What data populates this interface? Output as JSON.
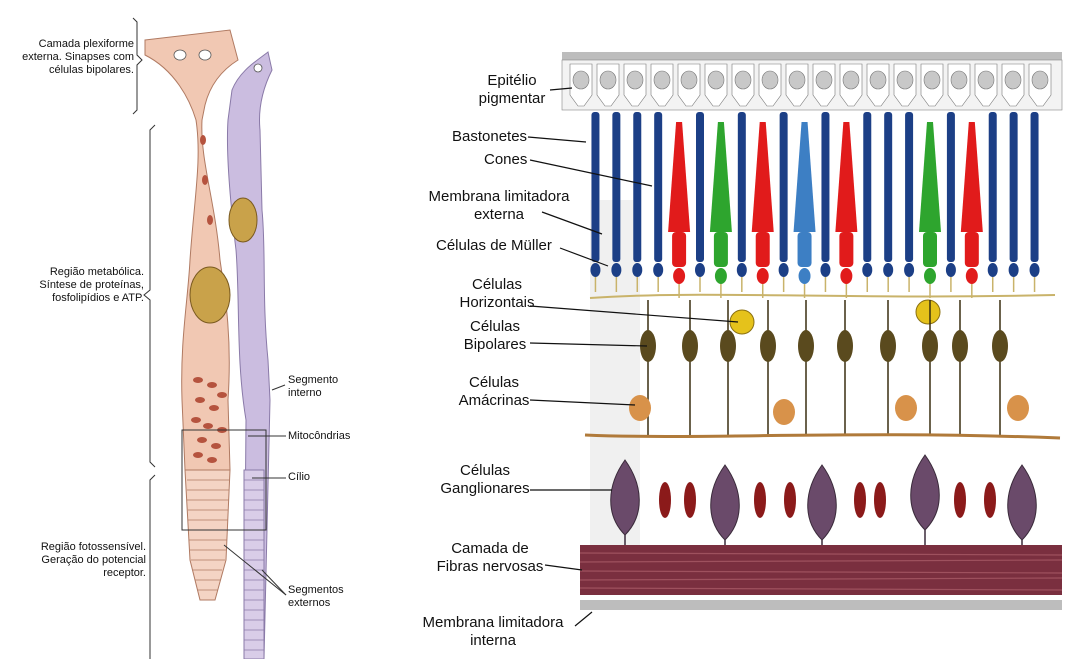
{
  "left_panel": {
    "labels": {
      "plexiform": [
        "Camada plexiforme",
        "externa. Sinapses com",
        "células bipolares."
      ],
      "metabolic": [
        "Região metabólica.",
        "Síntese de proteínas,",
        "fosfolipídios e ATP."
      ],
      "photosensitive": [
        "Região fotossensível.",
        "Geração do potencial",
        "receptor."
      ],
      "inner_segment": [
        "Segmento",
        "interno"
      ],
      "mitochondria": "Mitocôndrias",
      "cilium": "Cílio",
      "outer_segments": [
        "Segmentos",
        "externos"
      ]
    }
  },
  "right_panel": {
    "labels": {
      "pigment_epithelium": [
        "Epitélio",
        "pigmentar"
      ],
      "rods": "Bastonetes",
      "cones": "Cones",
      "outer_limiting_membrane": [
        "Membrana limitadora",
        "externa"
      ],
      "muller_cells": "Células de Müller",
      "horizontal_cells": [
        "Células",
        "Horizontais"
      ],
      "bipolar_cells": [
        "Células",
        "Bipolares"
      ],
      "amacrine_cells": [
        "Células",
        "Amácrinas"
      ],
      "ganglion_cells": [
        "Células",
        "Ganglionares"
      ],
      "nerve_fiber_layer": [
        "Camada de",
        "Fibras nervosas"
      ],
      "inner_limiting_membrane": [
        "Membrana limitadora",
        "interna"
      ]
    },
    "photoreceptor_sequence": [
      "rod",
      "rod",
      "rod",
      "rod",
      "cone-red",
      "rod",
      "cone-green",
      "rod",
      "cone-red",
      "rod",
      "cone-blue",
      "rod",
      "cone-red",
      "rod",
      "rod",
      "rod",
      "cone-green",
      "rod",
      "cone-red",
      "rod",
      "rod",
      "rod"
    ]
  },
  "colors": {
    "cone_red": "#e11b1b",
    "cone_green": "#2ea52e",
    "cone_blue": "#3d7fc4",
    "rod_blue": "#1c3f86",
    "cell_olive": "#5a4a1e",
    "horizontal_yellow": "#e5c21b",
    "amacrine_orange": "#d8924a",
    "ganglion_purple": "#6a4a6a",
    "nerve_fiber": "#7a2f3f",
    "cone_cell_left": "#f1c8b3",
    "rod_cell_left": "#cbbde0"
  }
}
